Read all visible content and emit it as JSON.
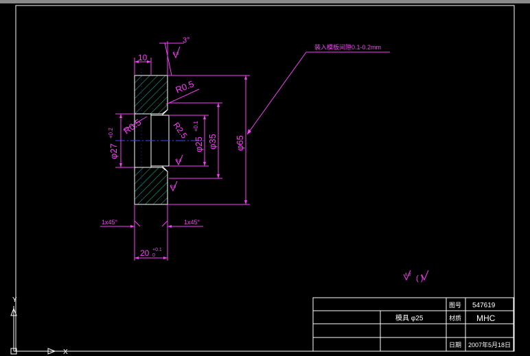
{
  "drawing": {
    "dimensions": {
      "width_top": "10",
      "angle": "3°",
      "radius_top": "R0.5",
      "radius_left": "R0.5",
      "radius_inner": "R2.5",
      "dia_bore": "φ27",
      "dia_bore_tol": "+0.2",
      "dia_step": "φ25",
      "dia_step_tol": "+0.1",
      "dia_mid": "φ35",
      "dia_outer": "φ65",
      "chamfer_left": "1x45°",
      "chamfer_right": "1x45°",
      "thickness": "20",
      "thickness_tol": "+0.1",
      "thickness_tol_low": "0"
    },
    "notes": {
      "leader_note": "装入模板间隙0.1-0.2mm",
      "surface_a": "0.8",
      "surface_b": "0.8",
      "surface_c": "0.8",
      "surface_general": "6.3",
      "surface_general_alt": "(   )"
    }
  },
  "title_block": {
    "drawing_no_label": "图号",
    "drawing_no": "547619",
    "material_label": "材质",
    "material": "MHC",
    "part_name": "模具 φ25",
    "date_label": "日期",
    "date": "2007年5月18日"
  },
  "ucs": {
    "y_label": "Y",
    "x_label": "X"
  },
  "colors": {
    "background": "#000000",
    "dimension": "#ff3cff",
    "hatch": "#00c8a0",
    "centerline": "#3050ff",
    "frame": "#ffffff"
  }
}
